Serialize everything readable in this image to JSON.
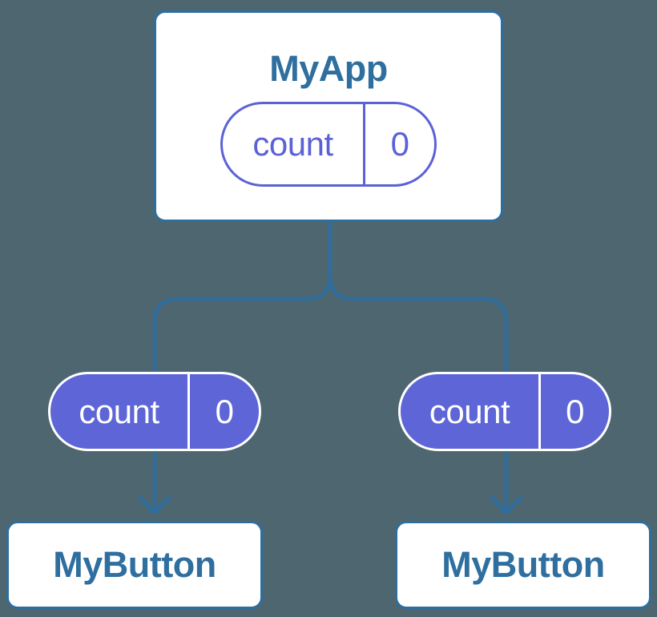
{
  "colors": {
    "background": "#4D6670",
    "line_blue": "#2E6E9E",
    "text_blue": "#2F6F9F",
    "purple_outline": "#5B62D6",
    "purple_fill": "#5E65D6",
    "card_white": "#FFFFFF"
  },
  "root_component": {
    "title": "MyApp",
    "state": {
      "name": "count",
      "value": "0"
    }
  },
  "child_components": [
    {
      "title": "MyButton",
      "prop": {
        "name": "count",
        "value": "0"
      }
    },
    {
      "title": "MyButton",
      "prop": {
        "name": "count",
        "value": "0"
      }
    }
  ]
}
